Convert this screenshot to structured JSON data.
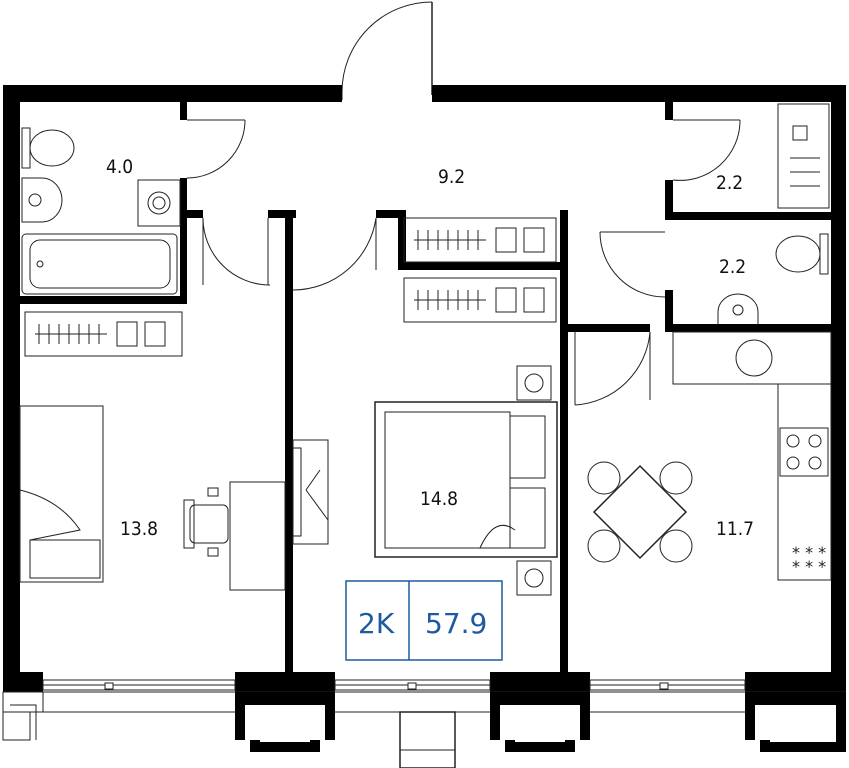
{
  "rooms": [
    {
      "id": "bathroom",
      "area": "4.0"
    },
    {
      "id": "hallway",
      "area": "9.2"
    },
    {
      "id": "storage",
      "area": "2.2"
    },
    {
      "id": "toilet",
      "area": "2.2"
    },
    {
      "id": "living-room",
      "area": "13.8"
    },
    {
      "id": "bedroom",
      "area": "14.8"
    },
    {
      "id": "kitchen",
      "area": "11.7"
    }
  ],
  "badge": {
    "type": "2K",
    "total_area": "57.9",
    "color": "#1e5aa0"
  },
  "colors": {
    "wall": "#000000",
    "line": "#222222",
    "background": "#ffffff"
  }
}
